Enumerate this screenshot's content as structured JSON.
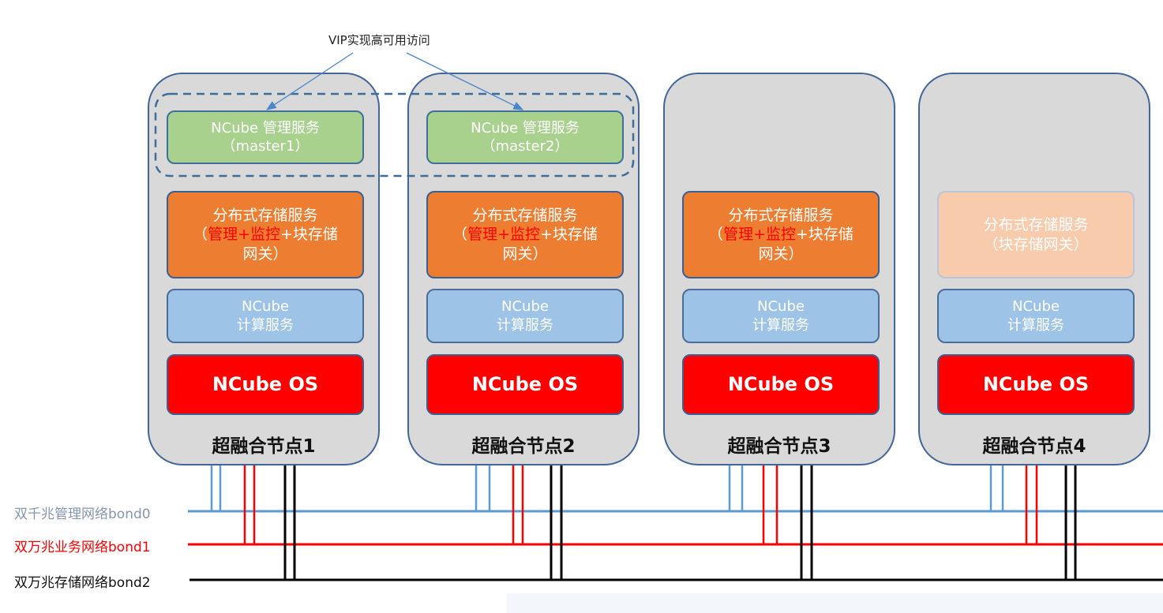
{
  "vip_label": "VIP实现高可用访问",
  "nodes": [
    {
      "title": "超融合节点1",
      "mgmt": {
        "line1": "NCube 管理服务",
        "line2": "（master1）"
      },
      "storage": {
        "line1": "分布式存储服务",
        "paren_open": "（",
        "mgmt": "管理",
        "plus1": "+",
        "monitor": "监控",
        "rest": "+块存储",
        "line3": "网关）"
      },
      "compute": {
        "line1": "NCube",
        "line2": "计算服务"
      },
      "os": "NCube OS"
    },
    {
      "title": "超融合节点2",
      "mgmt": {
        "line1": "NCube 管理服务",
        "line2": "（master2）"
      },
      "storage": {
        "line1": "分布式存储服务",
        "paren_open": "（",
        "mgmt": "管理",
        "plus1": "+",
        "monitor": "监控",
        "rest": "+块存储",
        "line3": "网关）"
      },
      "compute": {
        "line1": "NCube",
        "line2": "计算服务"
      },
      "os": "NCube OS"
    },
    {
      "title": "超融合节点3",
      "storage": {
        "line1": "分布式存储服务",
        "paren_open": "（",
        "mgmt": "管理",
        "plus1": "+",
        "monitor": "监控",
        "rest": "+块存储",
        "line3": "网关）"
      },
      "compute": {
        "line1": "NCube",
        "line2": "计算服务"
      },
      "os": "NCube OS"
    },
    {
      "title": "超融合节点4",
      "storage": {
        "line1": "分布式存储服务",
        "line2": "（块存储网关）"
      },
      "compute": {
        "line1": "NCube",
        "line2": "计算服务"
      },
      "os": "NCube OS"
    }
  ],
  "networks": [
    {
      "label": "双千兆管理网络bond0",
      "color": "#5b9bd5"
    },
    {
      "label": "双万兆业务网络bond1",
      "color": "#ff0000"
    },
    {
      "label": "双万兆存储网络bond2",
      "color": "#000000"
    }
  ],
  "colors": {
    "node_fill": "#d9d9d9",
    "node_border": "#42669a",
    "mgmt_fill": "#a9d18e",
    "storage_fill": "#ed7d31",
    "storage_light_fill": "#f8cbad",
    "compute_fill": "#9dc3e6",
    "os_fill": "#ff0000",
    "vip_dash": "#3e6d9c"
  }
}
